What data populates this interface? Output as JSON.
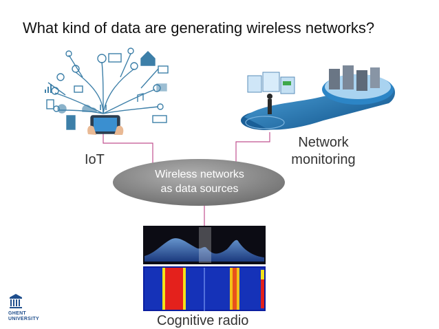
{
  "title": "What kind of data are generating wireless networks?",
  "nodes": {
    "iot": "IoT",
    "network_monitoring_line1": "Network",
    "network_monitoring_line2": "monitoring",
    "hub_line1": "Wireless networks",
    "hub_line2": "as data sources",
    "cognitive_radio": "Cognitive radio"
  },
  "logo": {
    "line1": "GHENT",
    "line2": "UNIVERSITY"
  },
  "colors": {
    "connector": "#c0508f",
    "hub_fill": "#8a8a8a",
    "icon_blue": "#3d7fa8",
    "platform_blue": "#1f6fa8"
  }
}
